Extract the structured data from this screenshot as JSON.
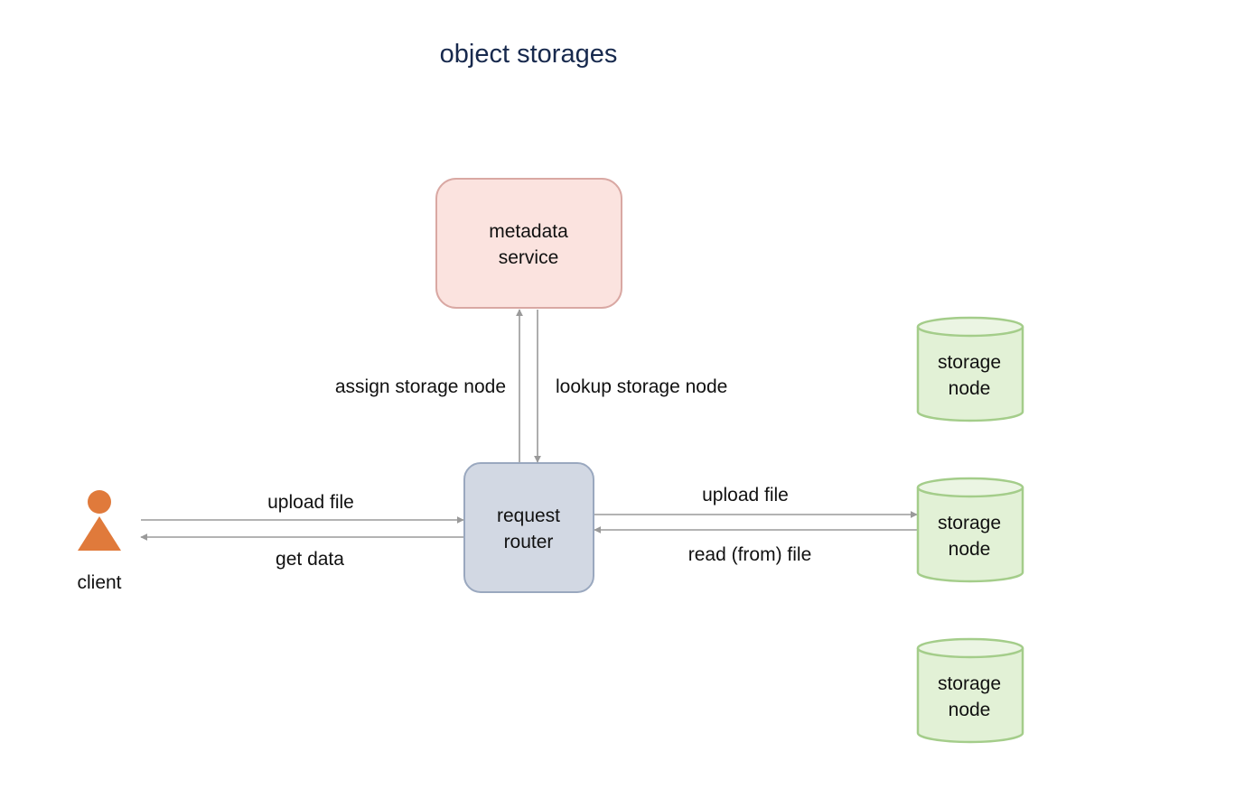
{
  "title": "object storages",
  "nodes": {
    "metadata_service": {
      "line1": "metadata",
      "line2": "service"
    },
    "request_router": {
      "line1": "request",
      "line2": "router"
    },
    "storage_nodes": [
      {
        "line1": "storage",
        "line2": "node"
      },
      {
        "line1": "storage",
        "line2": "node"
      },
      {
        "line1": "storage",
        "line2": "node"
      }
    ],
    "client": {
      "label": "client"
    }
  },
  "edges": {
    "assign_storage_node": "assign storage node",
    "lookup_storage_node": "lookup storage node",
    "client_upload_file": "upload file",
    "client_get_data": "get data",
    "storage_upload_file": "upload file",
    "storage_read_file": "read (from) file"
  },
  "colors": {
    "metadata_fill": "#fbe3df",
    "metadata_stroke": "#d9a8a3",
    "router_fill": "#d2d8e3",
    "router_stroke": "#9aa8bf",
    "storage_fill": "#e2f1d6",
    "storage_top_fill": "#ebf5e3",
    "storage_stroke": "#a4cd8a",
    "client_color": "#e07a3b",
    "title_color": "#17294d",
    "arrow_color": "#9a9a9a"
  }
}
